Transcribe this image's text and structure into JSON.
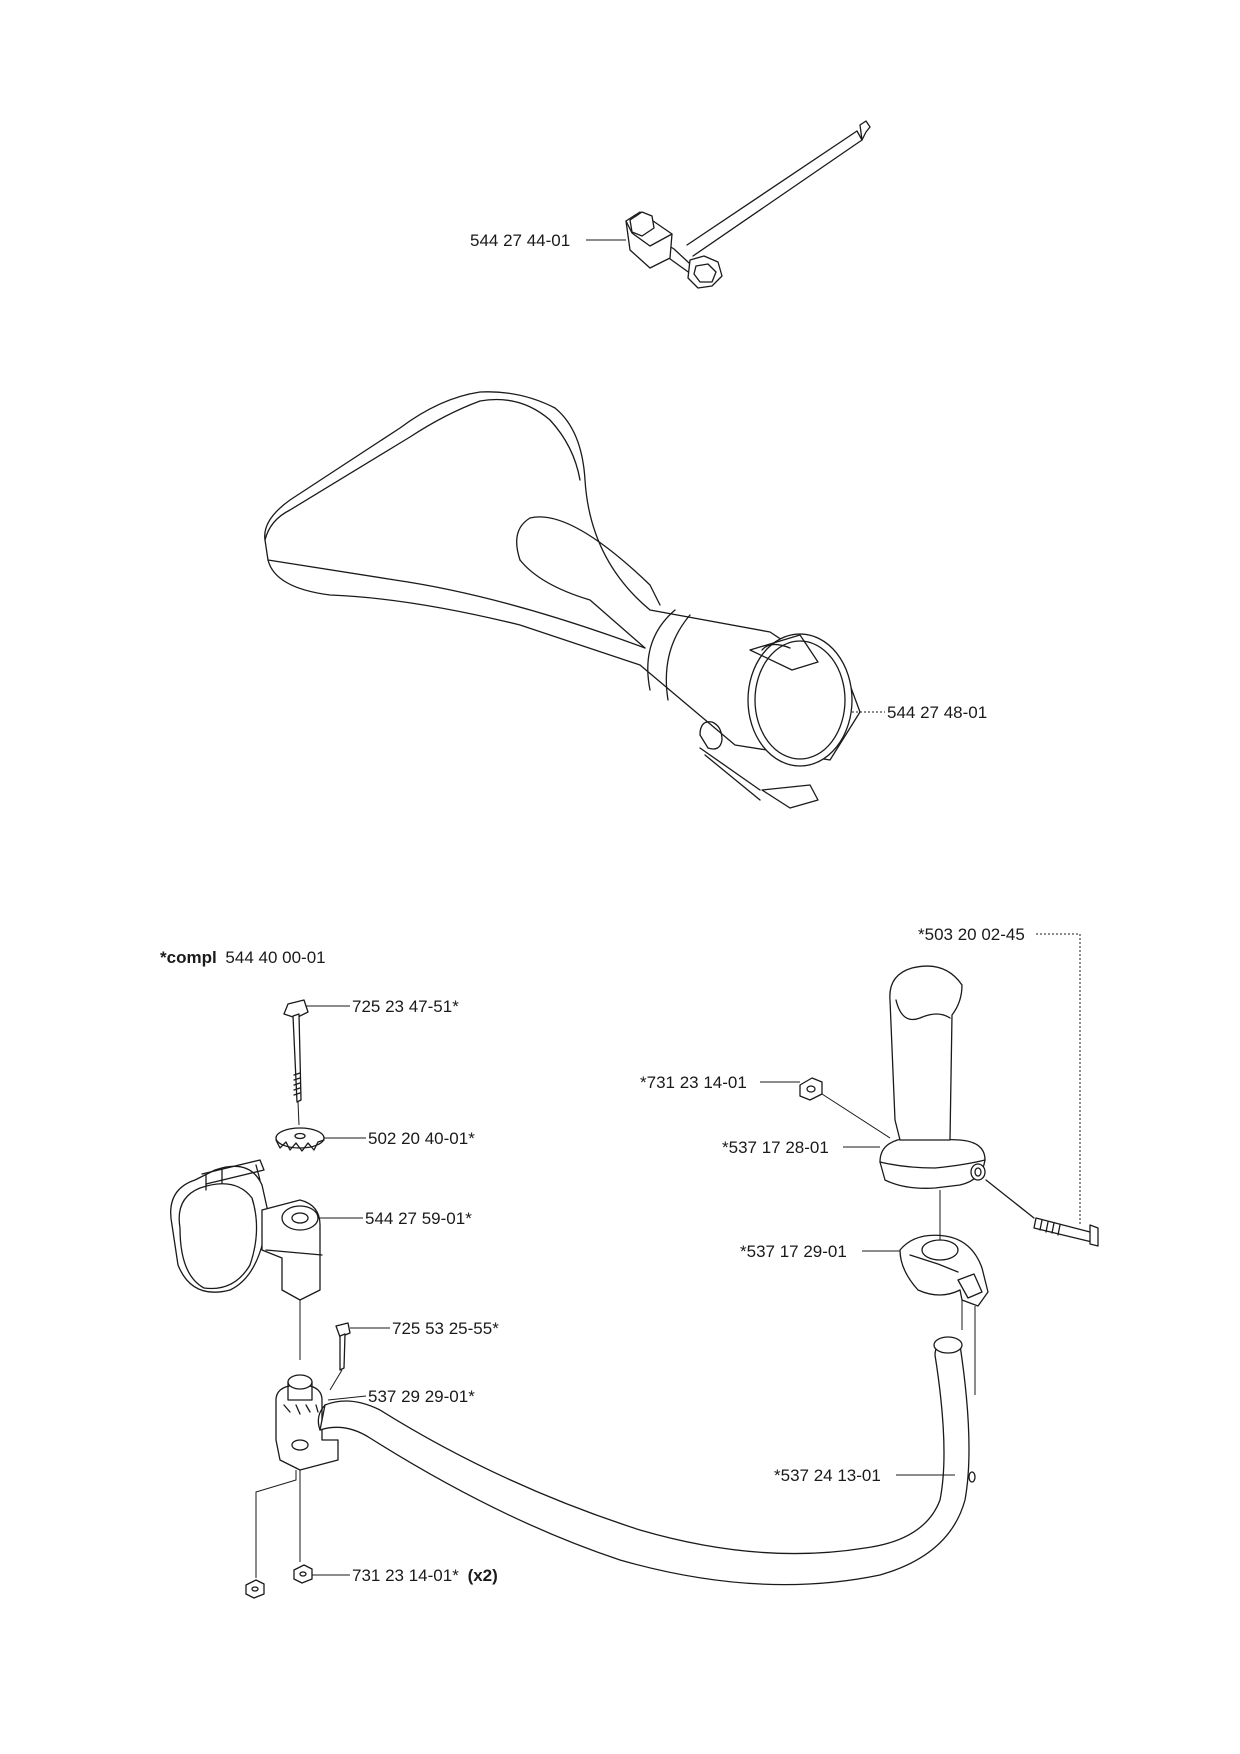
{
  "labels": {
    "wrench": "544 27 44-01",
    "nozzle": "544 27 48-01",
    "compl_prefix": "*compl",
    "compl_number": "544 40 00-01",
    "bolt": "725 23 47-51*",
    "washer": "502 20 40-01*",
    "clamp": "544 27 59-01*",
    "screw": "725 53 25-55*",
    "bracket": "537 29 29-01*",
    "nut_main": "731 23 14-01*",
    "nut_qty": "(x2)",
    "grip_screw": "*503 20 02-45",
    "grip_nut": "*731 23 14-01",
    "grip": "*537 17 28-01",
    "grip_holder": "*537 17 29-01",
    "handle_bar": "*537 24 13-01"
  }
}
